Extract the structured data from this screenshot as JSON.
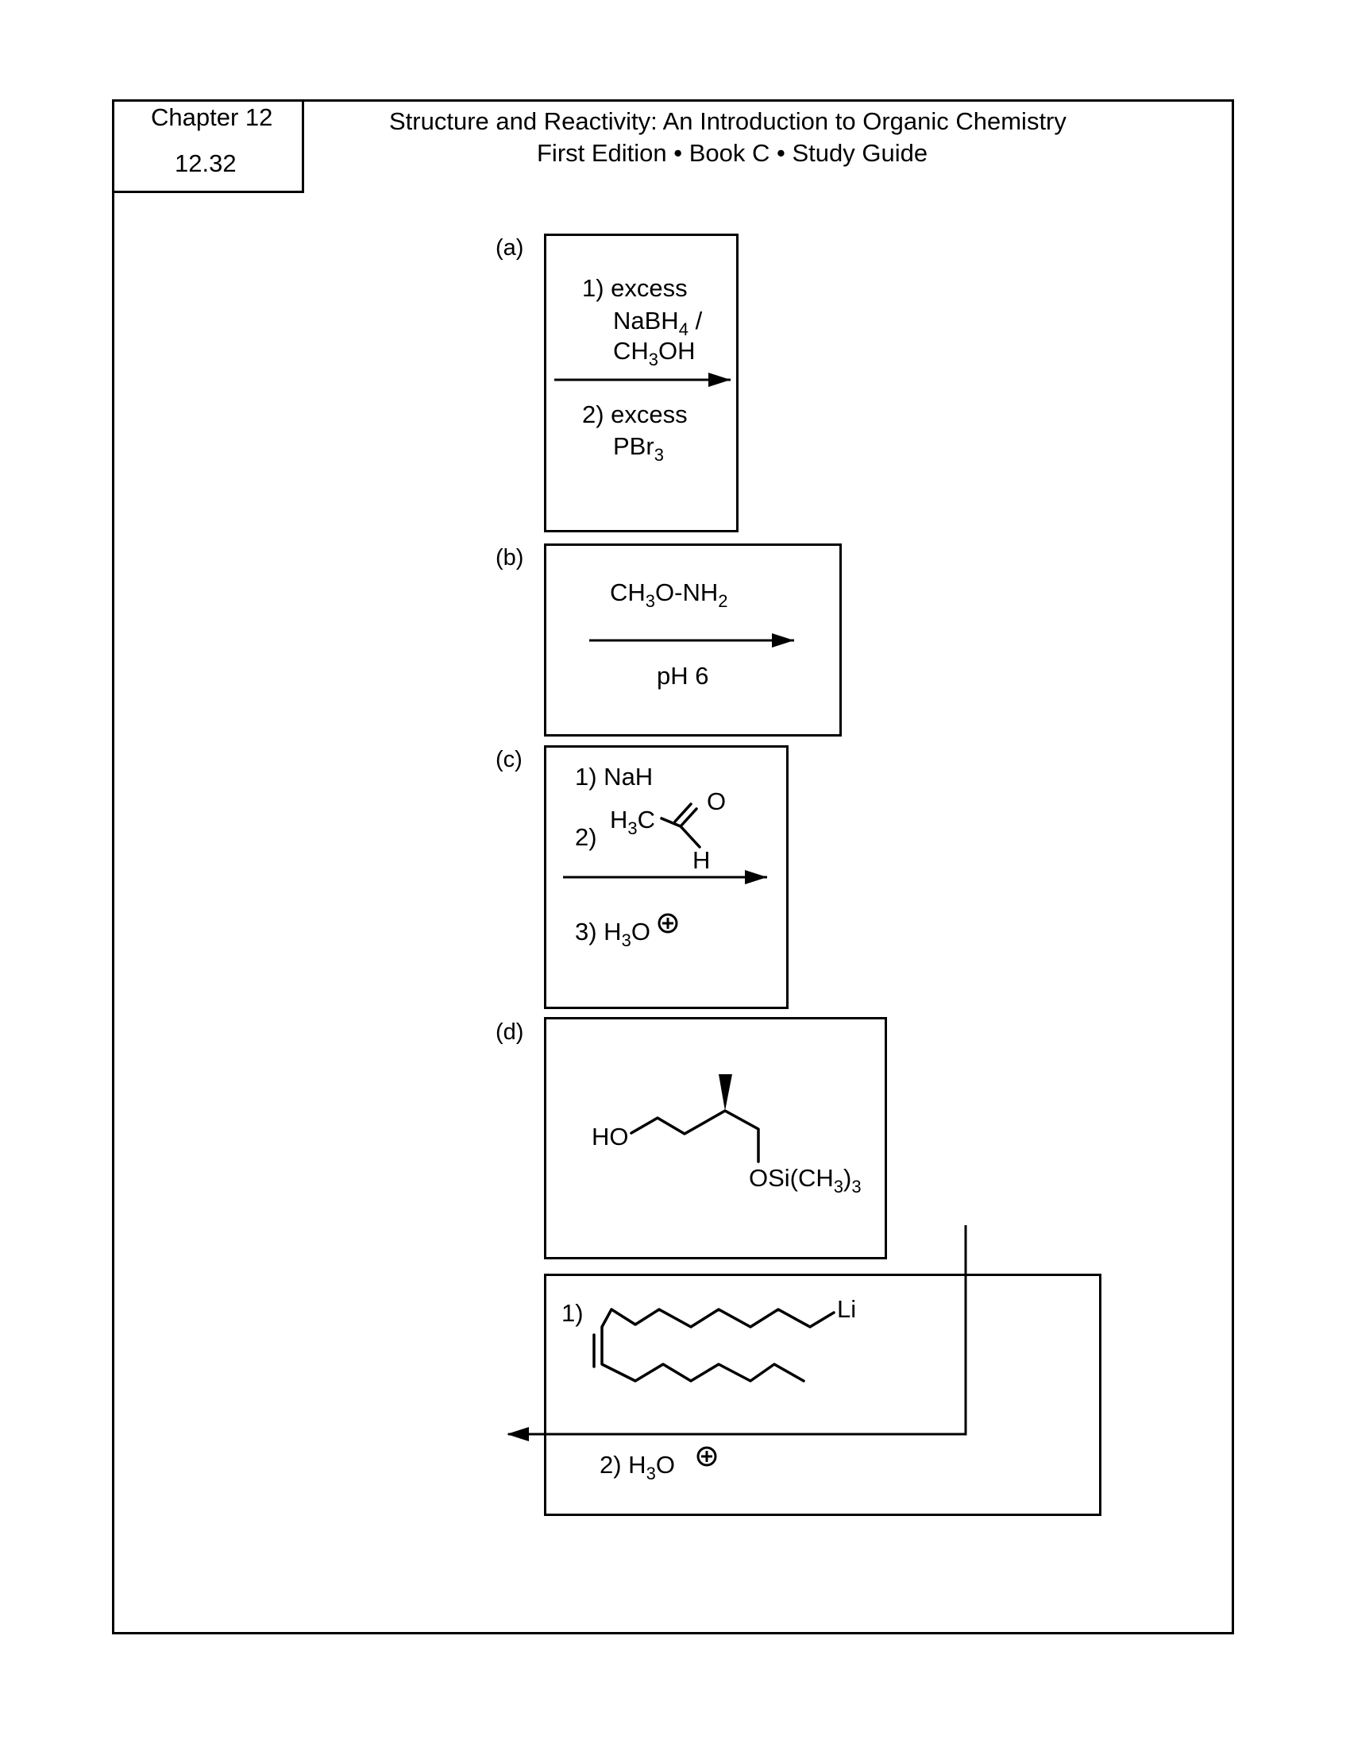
{
  "header": {
    "chapter": "Chapter 12",
    "problem": "12.32",
    "book_title": "Structure and Reactivity: An Introduction to Organic Chemistry",
    "book_subtitle": "First Edition • Book C • Study Guide"
  },
  "panels": {
    "a": {
      "label": "(a)",
      "step1_line1": "1) excess",
      "step1_line2_main": "NaBH",
      "step1_line2_sub": "4",
      "step1_line2_after": " /",
      "step1_line3_main": "CH",
      "step1_line3_sub": "3",
      "step1_line3_after": "OH",
      "step2_line1": "2) excess",
      "step2_line2_main": "PBr",
      "step2_line2_sub": "3"
    },
    "b": {
      "label": "(b)",
      "reagent_main": "CH",
      "reagent_sub1": "3",
      "reagent_mid": "O-NH",
      "reagent_sub2": "2",
      "condition": "pH 6"
    },
    "c": {
      "label": "(c)",
      "step1": "1) NaH",
      "step2_number": "2)",
      "acetaldehyde_h3c_main": "H",
      "acetaldehyde_h3c_sub": "3",
      "acetaldehyde_h3c_c": "C",
      "acetaldehyde_o": "O",
      "acetaldehyde_h": "H",
      "step3_main": "3) H",
      "step3_sub": "3",
      "step3_after": "O"
    },
    "d": {
      "label": "(d)",
      "ho_label": "HO",
      "osi_main": "OSi(CH",
      "osi_sub1": "3",
      "osi_close": ")",
      "osi_sub2": "3",
      "step1_number": "1)",
      "li_label": "Li",
      "step2_main": "2)  H",
      "step2_sub": "3",
      "step2_after": "O"
    }
  }
}
